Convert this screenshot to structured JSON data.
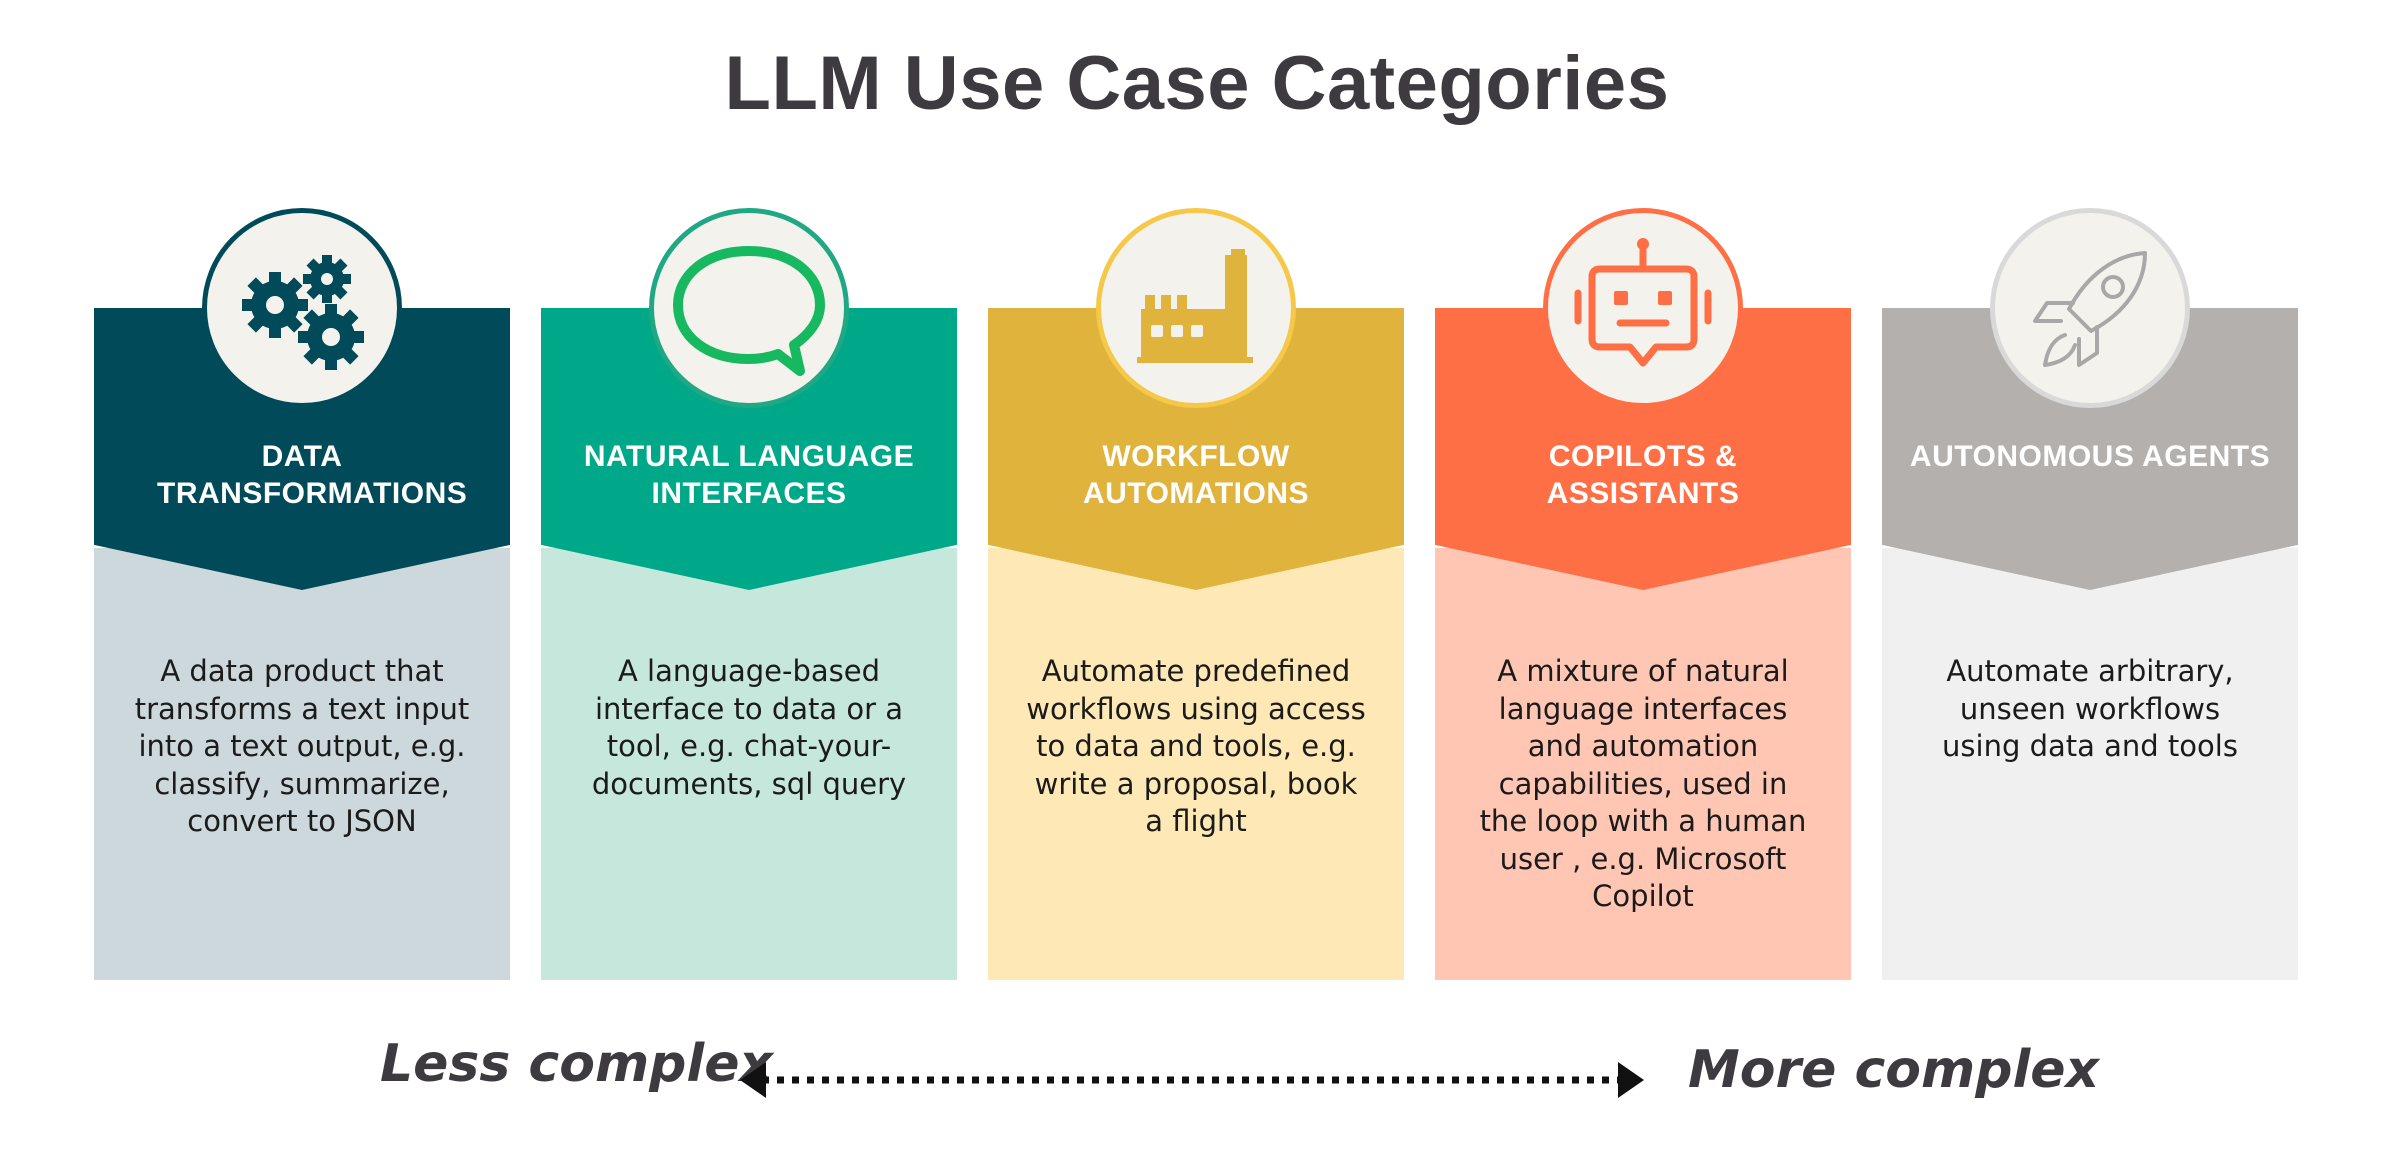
{
  "title": "LLM Use Case Categories",
  "cards": [
    {
      "title": "DATA TRANSFORMATIONS",
      "description": "A data product that transforms a text input into a text output, e.g. classify, summarize, convert to JSON",
      "icon": "gears-icon",
      "colors": {
        "header": "#004a59",
        "body": "#ccd8db",
        "ring": "#004a59",
        "icon": "#004a59"
      }
    },
    {
      "title": "NATURAL LANGUAGE INTERFACES",
      "description": "A language-based interface to data or a tool, e.g. chat-your-documents, sql query",
      "icon": "chat-bubble-icon",
      "colors": {
        "header": "#00a88a",
        "body": "#c6e7dc",
        "ring": "#1fa883",
        "icon": "#16b860"
      }
    },
    {
      "title": "WORKFLOW AUTOMATIONS",
      "description": "Automate predefined workflows using access to data and tools, e.g. write a proposal, book a flight",
      "icon": "factory-icon",
      "colors": {
        "header": "#e0b33c",
        "body": "#fde8b6",
        "ring": "#f5c84a",
        "icon": "#e0b33c"
      }
    },
    {
      "title": "COPILOTS & ASSISTANTS",
      "description": "A mixture of natural language interfaces and automation capabilities, used in the loop with a human user , e.g. Microsoft Copilot",
      "icon": "robot-icon",
      "colors": {
        "header": "#ff6f45",
        "body": "#ffc6b3",
        "ring": "#ff6f45",
        "icon": "#ff6f45"
      }
    },
    {
      "title": "AUTONOMOUS AGENTS",
      "description": "Automate arbitrary, unseen workflows using data and tools",
      "icon": "rocket-icon",
      "colors": {
        "header": "#b3b0ae",
        "body": "#f0f0f0",
        "ring": "#d9d9d9",
        "icon": "#a8a8a8"
      }
    }
  ],
  "scale": {
    "left_label": "Less complex",
    "right_label": "More complex"
  }
}
